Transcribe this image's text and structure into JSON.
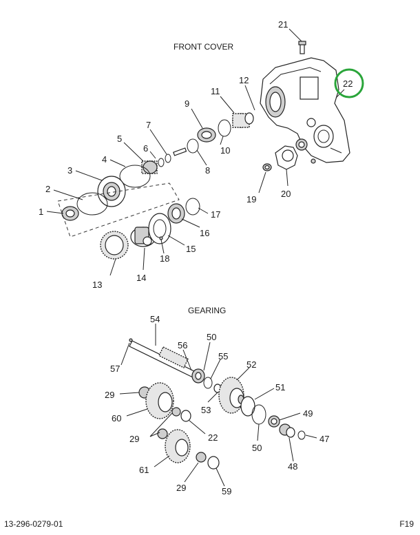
{
  "sections": {
    "front_cover": "FRONT COVER",
    "gearing": "GEARING"
  },
  "highlight": {
    "part": "22",
    "color": "#2aa53a"
  },
  "front_cover_callouts": [
    "1",
    "2",
    "3",
    "4",
    "5",
    "6",
    "7",
    "8",
    "9",
    "10",
    "11",
    "12",
    "13",
    "14",
    "15",
    "16",
    "17",
    "18",
    "19",
    "20",
    "21",
    "22"
  ],
  "gearing_callouts": [
    "54",
    "56",
    "50",
    "55",
    "57",
    "52",
    "29",
    "51",
    "53",
    "60",
    "49",
    "22",
    "29",
    "47",
    "50",
    "61",
    "48",
    "29",
    "59"
  ],
  "footer": {
    "doc_number": "13-296-0279-01",
    "page": "F19"
  }
}
